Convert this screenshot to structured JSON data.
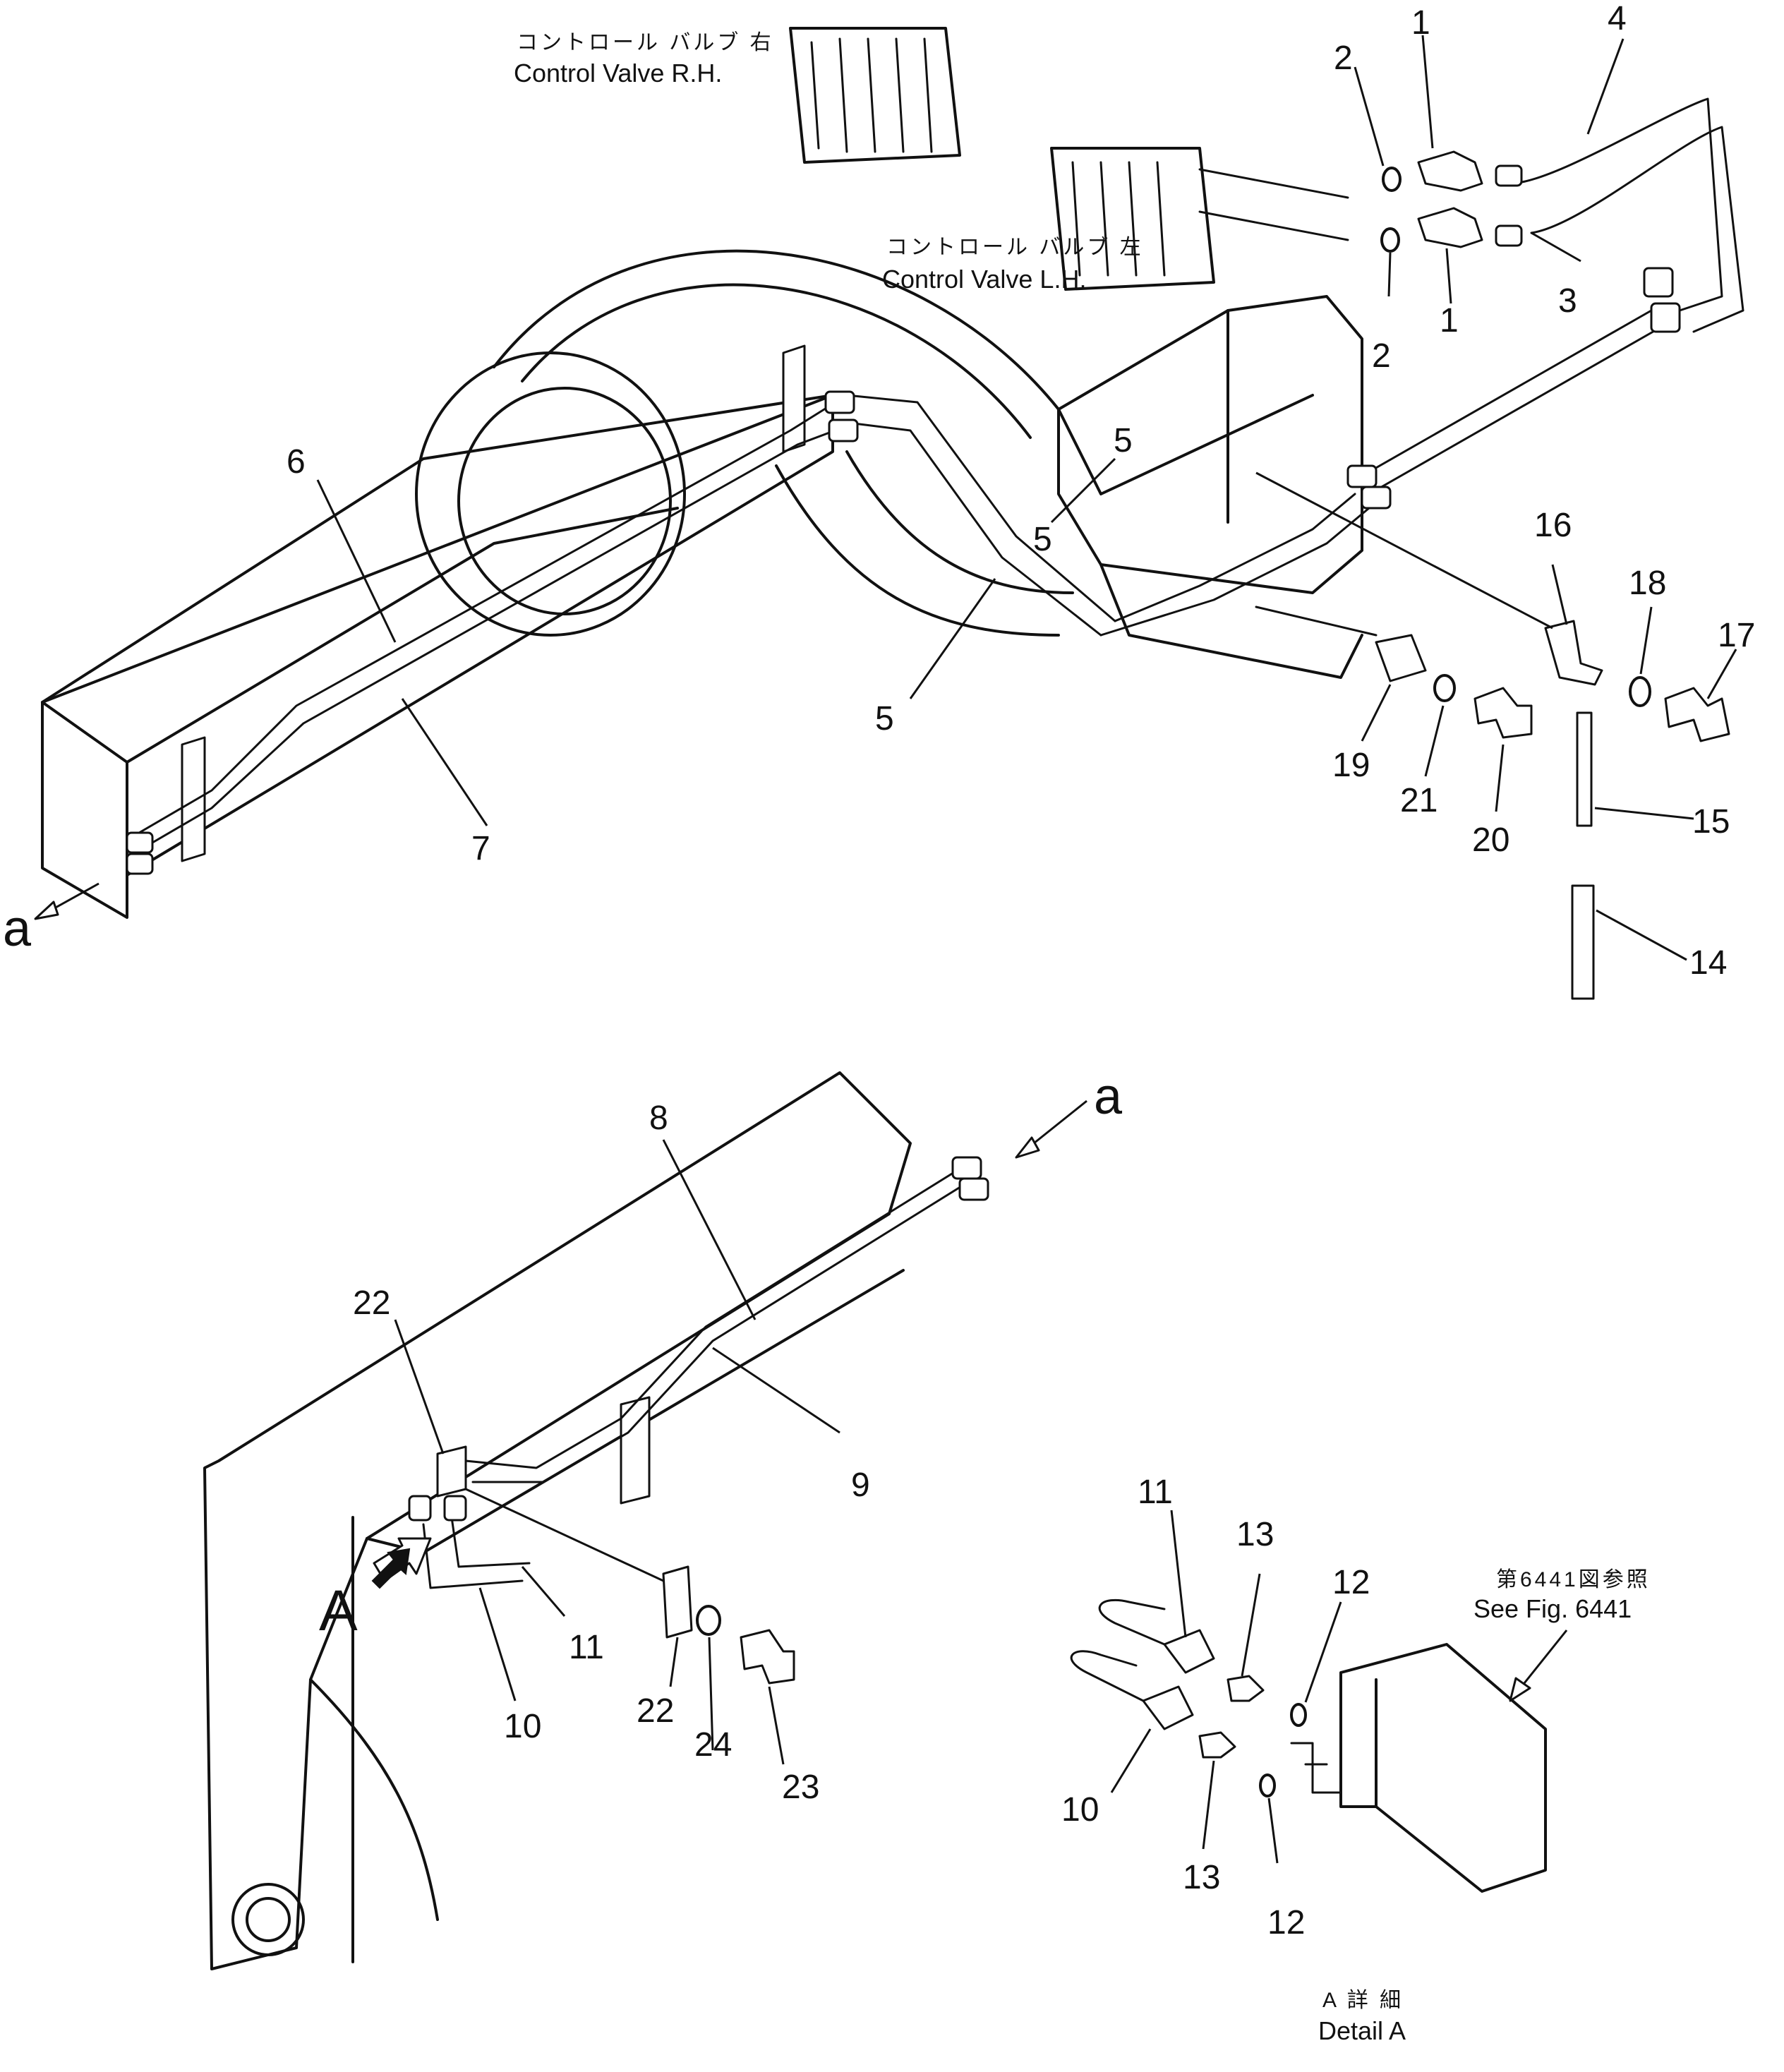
{
  "captions": {
    "control_valve_rh_jp": "コントロール バルブ 右",
    "control_valve_rh_en": "Control Valve R.H.",
    "control_valve_lh_jp": "コントロール バルブ 左",
    "control_valve_lh_en": "Control Valve L.H.",
    "see_fig_jp": "第6441図参照",
    "see_fig_en": "See Fig. 6441",
    "detail_a_jp": "A 詳 細",
    "detail_a_en": "Detail A"
  },
  "markers": {
    "continuation_a_upper": "a",
    "continuation_a_lower": "a",
    "detail_view_a": "A"
  },
  "callouts": {
    "c1a": "1",
    "c1b": "1",
    "c2a": "2",
    "c2b": "2",
    "c3": "3",
    "c4": "4",
    "c5a": "5",
    "c5b": "5",
    "c5c": "5",
    "c6": "6",
    "c7": "7",
    "c8": "8",
    "c9": "9",
    "c10a": "10",
    "c10b": "10",
    "c11a": "11",
    "c11b": "11",
    "c12a": "12",
    "c12b": "12",
    "c13a": "13",
    "c13b": "13",
    "c14": "14",
    "c15": "15",
    "c16": "16",
    "c17": "17",
    "c18": "18",
    "c19": "19",
    "c20": "20",
    "c21": "21",
    "c22a": "22",
    "c22b": "22",
    "c23": "23",
    "c24": "24"
  }
}
